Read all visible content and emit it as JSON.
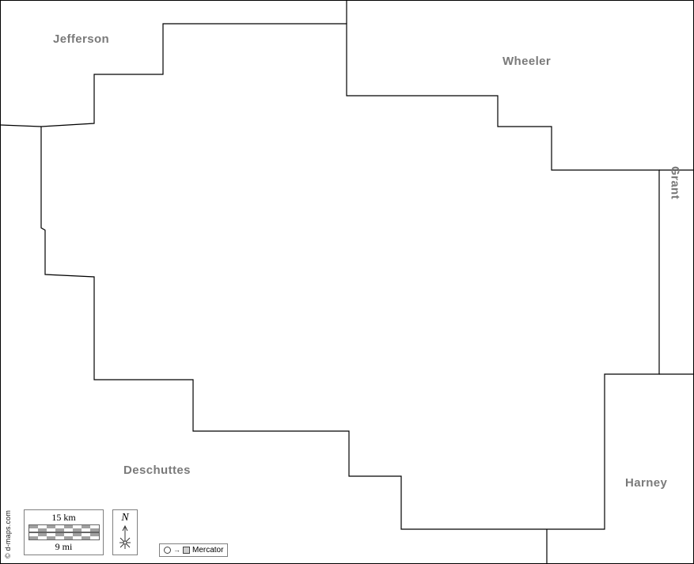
{
  "region_labels": {
    "jefferson": "Jefferson",
    "wheeler": "Wheeler",
    "grant": "Grant",
    "harney": "Harney",
    "deschuttes": "Deschuttes"
  },
  "scale": {
    "km_label": "15 km",
    "mi_label": "9 mi"
  },
  "north": {
    "label": "N"
  },
  "projection": {
    "label": "Mercator"
  },
  "credit": {
    "text": "© d-maps.com"
  },
  "colors": {
    "boundary": "#000000",
    "label_gray": "#7a7a7a",
    "background": "#ffffff",
    "widget_border": "#808080"
  }
}
